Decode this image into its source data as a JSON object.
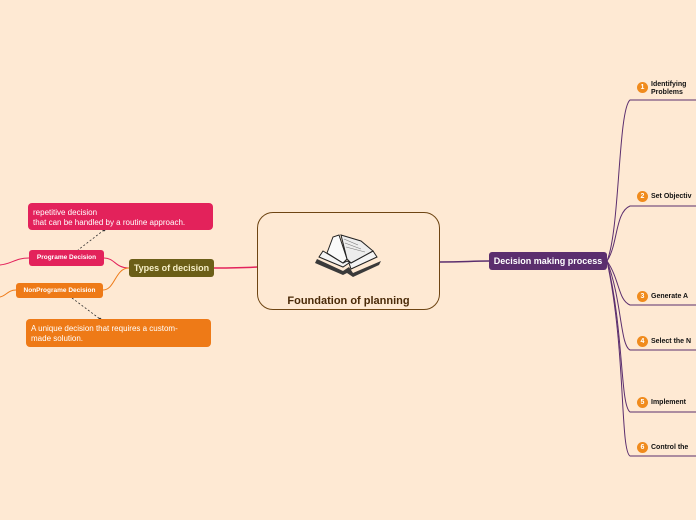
{
  "central": {
    "title": "Foundation of planning",
    "image": "open-book-icon"
  },
  "main_topic": {
    "label": "Decision making process",
    "color": "#5b2e6e"
  },
  "steps": [
    {
      "number": "1",
      "label": "Identifying Problems"
    },
    {
      "number": "2",
      "label": "Set Objectiv"
    },
    {
      "number": "3",
      "label": "Generate A"
    },
    {
      "number": "4",
      "label": "Select the N"
    },
    {
      "number": "5",
      "label": "Implement"
    },
    {
      "number": "6",
      "label": "Control the"
    }
  ],
  "types": {
    "label": "Types of decision",
    "color": "#6b5e17",
    "programmed": {
      "label": "Programe Decision",
      "color": "#e3225b",
      "note_lines": [
        "repetitive decision",
        "that can be handled by a routine approach."
      ]
    },
    "nonprogrammed": {
      "label": "NonPrograme Decision",
      "color": "#ee7a17",
      "note_lines": [
        "A unique decision that requires a custom-",
        "made solution."
      ]
    }
  },
  "colors": {
    "background": "#fee9d3",
    "central_border": "#6e4513",
    "step_badge": "#f08b1d",
    "link_right": "#5b2e6e",
    "link_left": "#e3225b"
  }
}
